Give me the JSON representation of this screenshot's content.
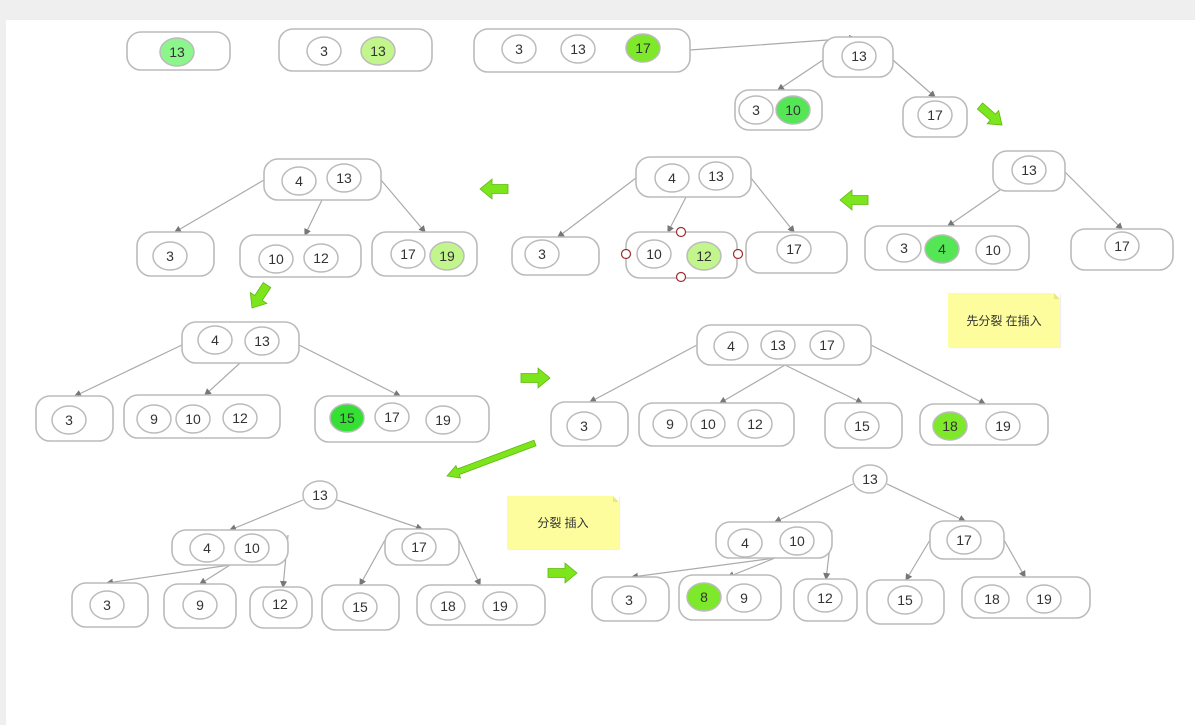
{
  "colors": {
    "green_bright": "#55e655",
    "green_lime": "#7ee82a",
    "green_pale": "#8cf58c",
    "green_light": "#c2f58c",
    "green_strong": "#33e033",
    "arrow": "#7ce51c",
    "handle": "#9b2d2d"
  },
  "nodes": [
    {
      "keys": [
        {
          "v": "13",
          "fill": "#8cf58c"
        }
      ]
    },
    {
      "keys": [
        {
          "v": "3"
        },
        {
          "v": "13",
          "fill": "#c2f58c"
        }
      ]
    },
    {
      "keys": [
        {
          "v": "3"
        },
        {
          "v": "13"
        },
        {
          "v": "17",
          "fill": "#7ee82a"
        }
      ]
    },
    {
      "keys": [
        {
          "v": "13"
        }
      ]
    },
    {
      "keys": [
        {
          "v": "3"
        },
        {
          "v": "10",
          "fill": "#55e655"
        }
      ]
    },
    {
      "keys": [
        {
          "v": "17"
        }
      ]
    },
    {
      "keys": [
        {
          "v": "13"
        }
      ]
    },
    {
      "keys": [
        {
          "v": "3"
        },
        {
          "v": "4",
          "fill": "#55e655"
        },
        {
          "v": "10"
        }
      ]
    },
    {
      "keys": [
        {
          "v": "17"
        }
      ]
    },
    {
      "keys": [
        {
          "v": "4"
        },
        {
          "v": "13"
        }
      ]
    },
    {
      "keys": [
        {
          "v": "3"
        }
      ]
    },
    {
      "keys": [
        {
          "v": "10"
        },
        {
          "v": "12",
          "fill": "#c2f58c"
        }
      ]
    },
    {
      "keys": [
        {
          "v": "17"
        }
      ]
    },
    {
      "keys": [
        {
          "v": "4"
        },
        {
          "v": "13"
        }
      ]
    },
    {
      "keys": [
        {
          "v": "3"
        }
      ]
    },
    {
      "keys": [
        {
          "v": "10"
        },
        {
          "v": "12"
        }
      ]
    },
    {
      "keys": [
        {
          "v": "17"
        },
        {
          "v": "19",
          "fill": "#c2f58c"
        }
      ]
    },
    {
      "keys": [
        {
          "v": "4"
        },
        {
          "v": "13"
        }
      ]
    },
    {
      "keys": [
        {
          "v": "3"
        }
      ]
    },
    {
      "keys": [
        {
          "v": "9"
        },
        {
          "v": "10"
        },
        {
          "v": "12"
        }
      ]
    },
    {
      "keys": [
        {
          "v": "15",
          "fill": "#33e033"
        },
        {
          "v": "17"
        },
        {
          "v": "19"
        }
      ]
    },
    {
      "keys": [
        {
          "v": "4"
        },
        {
          "v": "13"
        },
        {
          "v": "17"
        }
      ]
    },
    {
      "keys": [
        {
          "v": "3"
        }
      ]
    },
    {
      "keys": [
        {
          "v": "9"
        },
        {
          "v": "10"
        },
        {
          "v": "12"
        }
      ]
    },
    {
      "keys": [
        {
          "v": "15"
        }
      ]
    },
    {
      "keys": [
        {
          "v": "18",
          "fill": "#7ee82a"
        },
        {
          "v": "19"
        }
      ]
    },
    {
      "keys": [
        {
          "v": "13"
        }
      ]
    },
    {
      "keys": [
        {
          "v": "4"
        },
        {
          "v": "10"
        }
      ]
    },
    {
      "keys": [
        {
          "v": "17"
        }
      ]
    },
    {
      "keys": [
        {
          "v": "3"
        }
      ]
    },
    {
      "keys": [
        {
          "v": "9"
        }
      ]
    },
    {
      "keys": [
        {
          "v": "12"
        }
      ]
    },
    {
      "keys": [
        {
          "v": "15"
        }
      ]
    },
    {
      "keys": [
        {
          "v": "18"
        },
        {
          "v": "19"
        }
      ]
    },
    {
      "keys": [
        {
          "v": "13"
        }
      ]
    },
    {
      "keys": [
        {
          "v": "4"
        },
        {
          "v": "10"
        }
      ]
    },
    {
      "keys": [
        {
          "v": "17"
        }
      ]
    },
    {
      "keys": [
        {
          "v": "3"
        }
      ]
    },
    {
      "keys": [
        {
          "v": "8",
          "fill": "#7ee82a"
        },
        {
          "v": "9"
        }
      ]
    },
    {
      "keys": [
        {
          "v": "12"
        }
      ]
    },
    {
      "keys": [
        {
          "v": "15"
        }
      ]
    },
    {
      "keys": [
        {
          "v": "18"
        },
        {
          "v": "19"
        }
      ]
    }
  ],
  "notes": [
    {
      "text": "先分裂 在插入"
    },
    {
      "text": "分裂 插入"
    }
  ]
}
